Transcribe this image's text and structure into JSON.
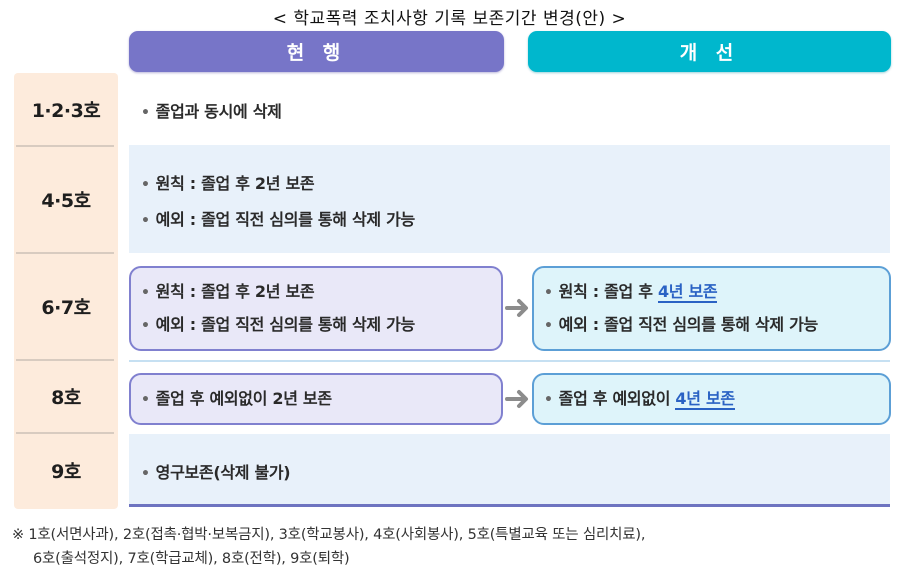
{
  "title": "< 학교폭력 조치사항 기록 보존기간 변경(안) >",
  "headers": {
    "current": "현 행",
    "improved": "개 선"
  },
  "colors": {
    "current_header": "#7775c8",
    "improved_header": "#00b7cd",
    "left_column": "#fdebdc",
    "band": "#e8f1fa",
    "highlight": "#2a62c4"
  },
  "rows": [
    {
      "label": "1·2·3호",
      "current": [
        "졸업과 동시에 삭제"
      ]
    },
    {
      "label": "4·5호",
      "current": [
        "원칙 : 졸업 후 2년 보존",
        "예외 : 졸업 직전 심의를 통해 삭제 가능"
      ]
    },
    {
      "label": "6·7호",
      "current": [
        "원칙 : 졸업 후 2년 보존",
        "예외 : 졸업 직전 심의를 통해 삭제 가능"
      ],
      "improved": {
        "line1_prefix": "원칙 : 졸업 후 ",
        "line1_highlight": "4년 보존",
        "line2": "예외 : 졸업 직전 심의를 통해 삭제 가능"
      }
    },
    {
      "label": "8호",
      "current": [
        "졸업 후 예외없이 2년 보존"
      ],
      "improved": {
        "line1_prefix": "졸업 후 예외없이 ",
        "line1_highlight": "4년 보존"
      }
    },
    {
      "label": "9호",
      "current": [
        "영구보존(삭제 불가)"
      ]
    }
  ],
  "bullet": "•",
  "arrow_icon": "right-arrow",
  "footnote": {
    "line1": "※ 1호(서면사과), 2호(접촉·협박·보복금지), 3호(학교봉사), 4호(사회봉사), 5호(특별교육 또는 심리치료),",
    "line2": "6호(출석정지), 7호(학급교체), 8호(전학), 9호(퇴학)"
  }
}
